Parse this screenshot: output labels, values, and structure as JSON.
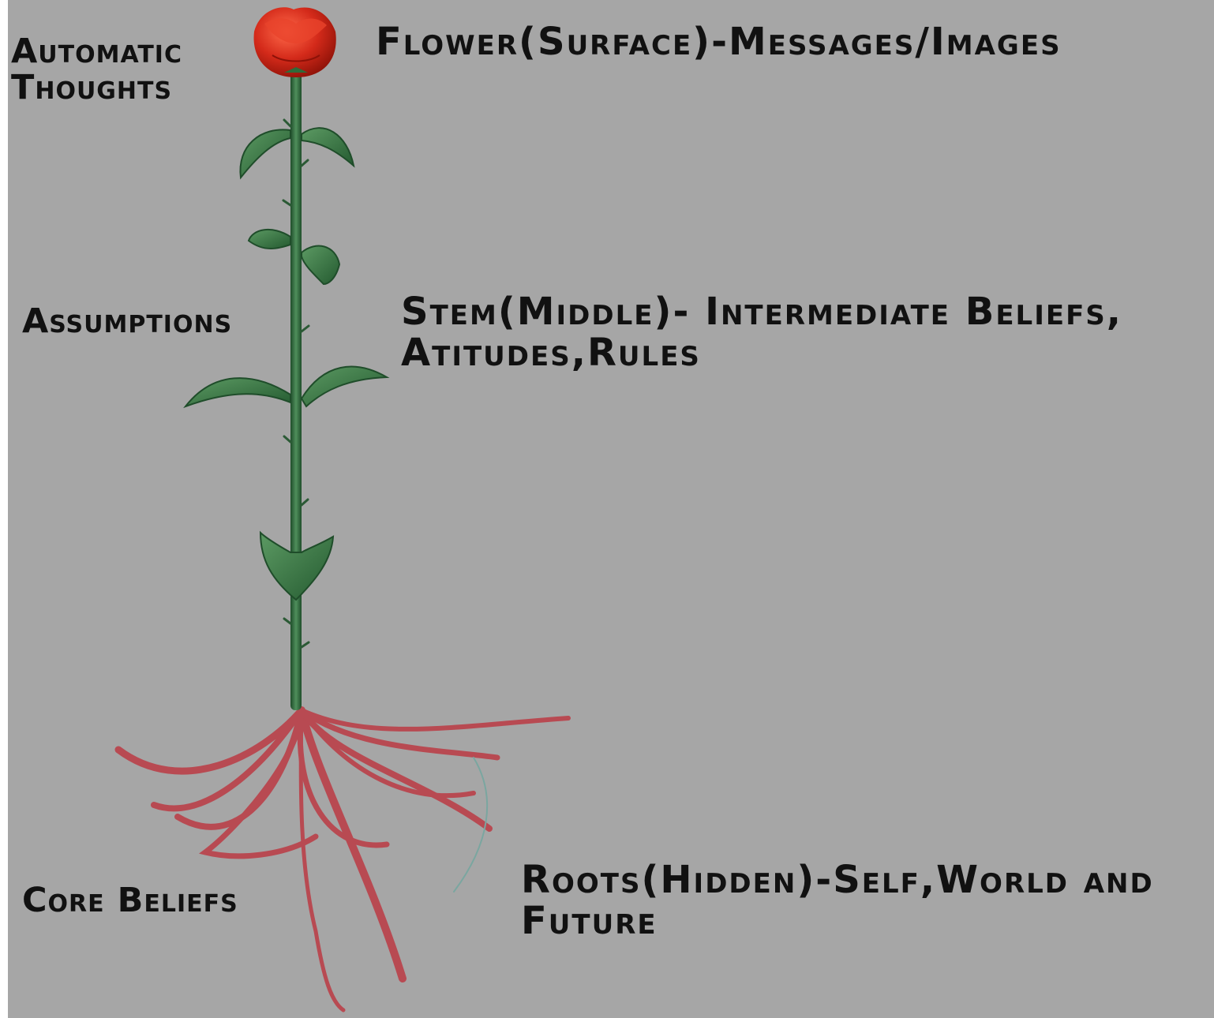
{
  "colors": {
    "background": "#a6a6a6",
    "flower": "#d42a1a",
    "stem": "#2f6b3a",
    "leaf": "#3a7a45",
    "roots": "#b84a52"
  },
  "icons": {
    "plant": "rose-plant-icon"
  },
  "left_labels": {
    "automatic_thoughts": [
      "Automatic",
      "Thoughts"
    ],
    "assumptions": "Assumptions",
    "core_beliefs": "Core Beliefs"
  },
  "right_labels": {
    "flower": "Flower(Surface)-Messages/Images",
    "stem": [
      "Stem(Middle)- Intermediate Beliefs,",
      "Atitudes,Rules"
    ],
    "roots": [
      "Roots(Hidden)-Self,World and",
      "Future"
    ]
  }
}
